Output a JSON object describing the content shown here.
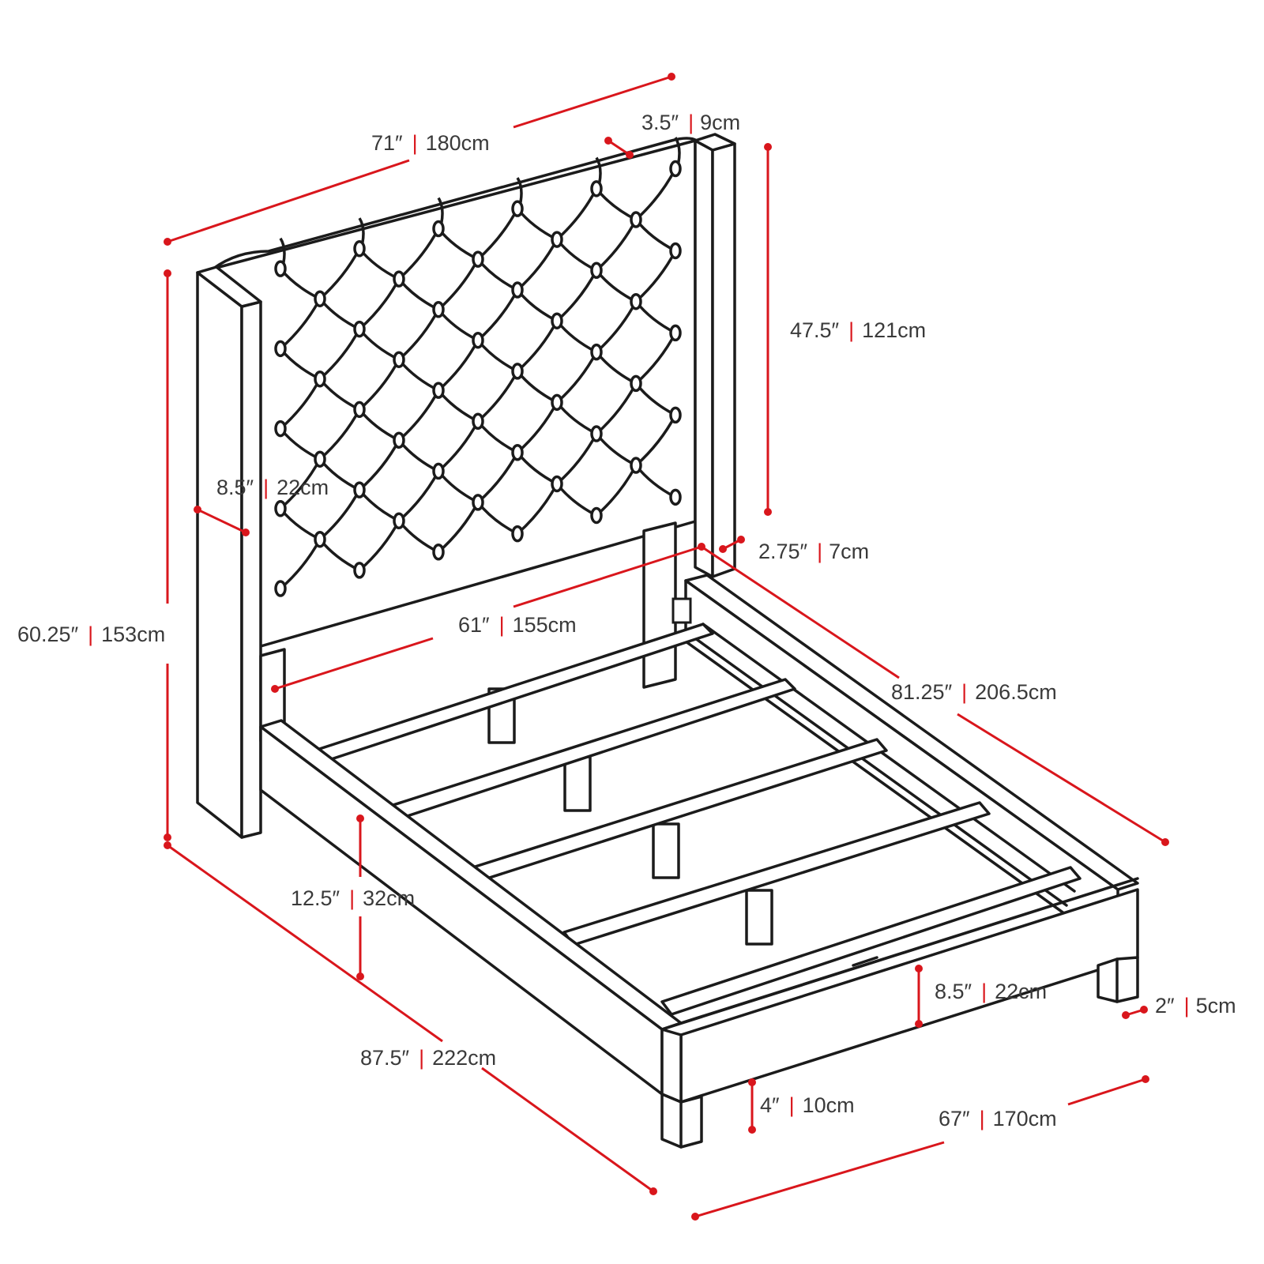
{
  "drawing": {
    "subject": "bed-frame-with-tufted-wingback-headboard",
    "accent_color": "#d9161c",
    "line_color": "#1b1b1b"
  },
  "dimensions": [
    {
      "id": "overall-width",
      "imperial": "71″",
      "metric": "180cm"
    },
    {
      "id": "wing-depth",
      "imperial": "3.5″",
      "metric": "9cm"
    },
    {
      "id": "headboard-panel-height",
      "imperial": "47.5″",
      "metric": "121cm"
    },
    {
      "id": "wing-width",
      "imperial": "8.5″",
      "metric": "22cm"
    },
    {
      "id": "overall-height",
      "imperial": "60.25″",
      "metric": "153cm"
    },
    {
      "id": "headboard-thickness",
      "imperial": "2.75″",
      "metric": "7cm"
    },
    {
      "id": "inner-width",
      "imperial": "61″",
      "metric": "155cm"
    },
    {
      "id": "inner-length",
      "imperial": "81.25″",
      "metric": "206.5cm"
    },
    {
      "id": "floor-to-slats",
      "imperial": "12.5″",
      "metric": "32cm"
    },
    {
      "id": "side-rail-height",
      "imperial": "8.5″",
      "metric": "22cm"
    },
    {
      "id": "leg-width",
      "imperial": "2″",
      "metric": "5cm"
    },
    {
      "id": "overall-length",
      "imperial": "87.5″",
      "metric": "222cm"
    },
    {
      "id": "leg-height",
      "imperial": "4″",
      "metric": "10cm"
    },
    {
      "id": "footboard-width",
      "imperial": "67″",
      "metric": "170cm"
    }
  ]
}
